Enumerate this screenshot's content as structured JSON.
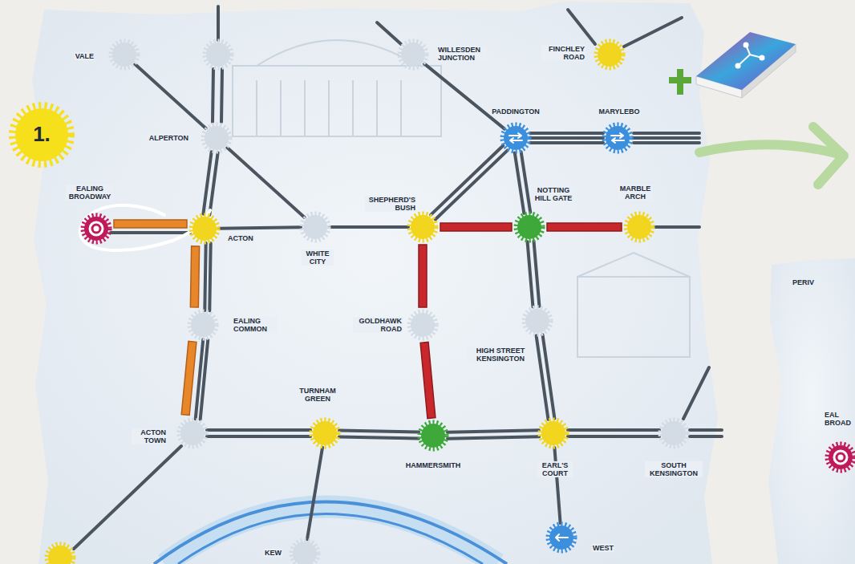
{
  "diagram": {
    "nodes": [
      {
        "text": [
          "VALE"
        ]
      },
      {
        "text": [
          "WILLESDEN JUNCTION"
        ]
      },
      {
        "text": [
          "FINCHLEY ROAD"
        ]
      },
      {
        "text": [
          "ALPERTON"
        ]
      },
      {
        "text": [
          "PADDINGTON"
        ]
      },
      {
        "text": [
          "MARYLEBO"
        ]
      },
      {
        "text": [
          "EALING BROADWAY"
        ]
      },
      {
        "text": [
          "ACTON"
        ]
      },
      {
        "text": [
          "WHITE CITY"
        ]
      },
      {
        "text": [
          "SHEPHERD'S BUSH"
        ]
      },
      {
        "text": [
          "NOTTING HILL GATE"
        ]
      },
      {
        "text": [
          "MARBLE ARCH"
        ]
      },
      {
        "text": [
          "EALING COMMON"
        ]
      },
      {
        "text": [
          "GOLDHAWK ROAD"
        ]
      },
      {
        "text": [
          "HIGH STREET KENSINGTON"
        ]
      },
      {
        "text": [
          "ACTON TOWN"
        ]
      },
      {
        "text": [
          "TURNHAM GREEN"
        ]
      },
      {
        "text": [
          "HAMMERSMITH"
        ]
      },
      {
        "text": [
          "EARL'S COURT"
        ]
      },
      {
        "text": [
          "SOUTH KENSINGTON"
        ]
      },
      {
        "text": [
          "KEW"
        ]
      },
      {
        "text": [
          "WEST"
        ]
      }
    ],
    "edges": [
      {
        "from": 0,
        "to": 3,
        "arrow": "none"
      },
      {
        "from": 3,
        "to": 7,
        "arrow": "none"
      },
      {
        "from": 3,
        "to": 8,
        "arrow": "none"
      },
      {
        "from": 1,
        "to": 4,
        "arrow": "none"
      },
      {
        "from": 4,
        "to": 5,
        "arrow": "none"
      },
      {
        "from": 4,
        "to": 9,
        "arrow": "none"
      },
      {
        "from": 4,
        "to": 10,
        "arrow": "none"
      },
      {
        "from": 6,
        "to": 7,
        "arrow": "none"
      },
      {
        "from": 7,
        "to": 8,
        "arrow": "none"
      },
      {
        "from": 8,
        "to": 9,
        "arrow": "none"
      },
      {
        "from": 9,
        "to": 10,
        "arrow": "none"
      },
      {
        "from": 10,
        "to": 11,
        "arrow": "none"
      },
      {
        "from": 7,
        "to": 12,
        "arrow": "none"
      },
      {
        "from": 12,
        "to": 15,
        "arrow": "none"
      },
      {
        "from": 9,
        "to": 13,
        "arrow": "none"
      },
      {
        "from": 13,
        "to": 17,
        "arrow": "none"
      },
      {
        "from": 10,
        "to": 14,
        "arrow": "none"
      },
      {
        "from": 14,
        "to": 18,
        "arrow": "none"
      },
      {
        "from": 15,
        "to": 16,
        "arrow": "none"
      },
      {
        "from": 16,
        "to": 17,
        "arrow": "none"
      },
      {
        "from": 17,
        "to": 18,
        "arrow": "none"
      },
      {
        "from": 18,
        "to": 19,
        "arrow": "none"
      },
      {
        "from": 16,
        "to": 20,
        "arrow": "none"
      },
      {
        "from": 18,
        "to": 21,
        "arrow": "none"
      }
    ],
    "labels": [
      "1.",
      "PERIV",
      "EAL BROAD"
    ]
  }
}
